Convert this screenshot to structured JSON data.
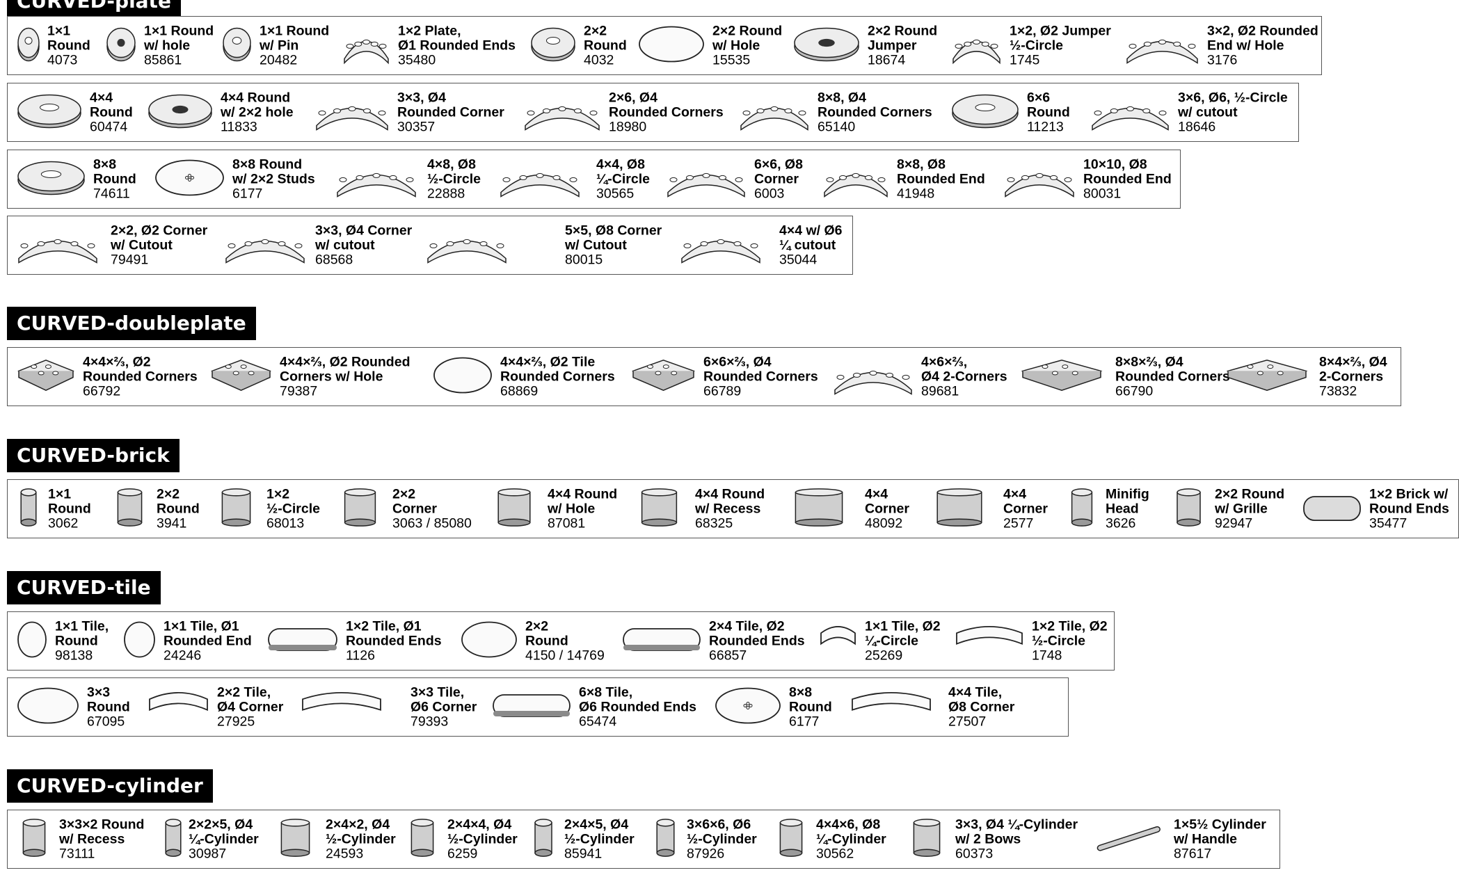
{
  "sections": [
    {
      "title": "CURVED-plate",
      "rows": [
        {
          "parts": [
            {
              "title": [
                "1×1",
                "Round"
              ],
              "id": "4073",
              "icon": "round-plate-1x1-icon"
            },
            {
              "title": [
                "1×1 Round",
                "w/ hole"
              ],
              "id": "85861",
              "icon": "round-plate-hole-icon"
            },
            {
              "title": [
                "1×1 Round",
                "w/ Pin"
              ],
              "id": "20482",
              "icon": "round-plate-pin-icon"
            },
            {
              "title": [
                "1×2 Plate,",
                "Ø1 Rounded Ends"
              ],
              "id": "35480",
              "icon": "plate-rounded-ends-icon"
            },
            {
              "title": [
                "2×2",
                "Round"
              ],
              "id": "4032",
              "icon": "round-plate-2x2-icon"
            },
            {
              "title": [
                "2×2 Round",
                "w/ Hole"
              ],
              "id": "15535",
              "icon": "round-tile-hole-icon"
            },
            {
              "title": [
                "2×2 Round",
                "Jumper"
              ],
              "id": "18674",
              "icon": "round-jumper-icon"
            },
            {
              "title": [
                "1×2, Ø2 Jumper",
                "½-Circle"
              ],
              "id": "1745",
              "icon": "half-circle-jumper-icon"
            },
            {
              "title": [
                "3×2, Ø2 Rounded",
                "End w/ Hole"
              ],
              "id": "3176",
              "icon": "rounded-end-hole-icon"
            }
          ]
        },
        {
          "parts": [
            {
              "title": [
                "4×4",
                "Round"
              ],
              "id": "60474",
              "icon": "round-plate-4x4-icon"
            },
            {
              "title": [
                "4×4 Round",
                "w/ 2×2 hole"
              ],
              "id": "11833",
              "icon": "round-plate-ring-icon"
            },
            {
              "title": [
                "3×3, Ø4",
                "Rounded Corner"
              ],
              "id": "30357",
              "icon": "rounded-corner-icon"
            },
            {
              "title": [
                "2×6, Ø4",
                "Rounded Corners"
              ],
              "id": "18980",
              "icon": "rounded-corners-2x6-icon"
            },
            {
              "title": [
                "8×8, Ø4",
                "Rounded Corners"
              ],
              "id": "65140",
              "icon": "rounded-corners-8x8-icon"
            },
            {
              "title": [
                "6×6",
                "Round"
              ],
              "id": "11213",
              "icon": "round-plate-6x6-icon"
            },
            {
              "title": [
                "3×6, Ø6, ½-Circle",
                "w/ cutout"
              ],
              "id": "18646",
              "icon": "half-circle-cutout-icon"
            }
          ]
        },
        {
          "parts": [
            {
              "title": [
                "8×8",
                "Round"
              ],
              "id": "74611",
              "icon": "round-plate-8x8-icon"
            },
            {
              "title": [
                "8×8 Round",
                "w/ 2×2 Studs"
              ],
              "id": "6177",
              "icon": "round-tile-studs-icon"
            },
            {
              "title": [
                "4×8, Ø8",
                "½-Circle"
              ],
              "id": "22888",
              "icon": "half-circle-plate-icon"
            },
            {
              "title": [
                "4×4, Ø8",
                "¼-Circle"
              ],
              "id": "30565",
              "icon": "quarter-circle-plate-icon"
            },
            {
              "title": [
                "6×6, Ø8",
                "Corner"
              ],
              "id": "6003",
              "icon": "corner-plate-icon"
            },
            {
              "title": [
                "8×8, Ø8",
                "Rounded End"
              ],
              "id": "41948",
              "icon": "rounded-end-8x8-icon"
            },
            {
              "title": [
                "10×10, Ø8",
                "Rounded End"
              ],
              "id": "80031",
              "icon": "rounded-end-10x10-icon"
            }
          ]
        },
        {
          "parts": [
            {
              "title": [
                "2×2, Ø2 Corner",
                "w/ Cutout"
              ],
              "id": "79491",
              "icon": "corner-cutout-2x2-icon"
            },
            {
              "title": [
                "3×3, Ø4 Corner",
                "w/ cutout"
              ],
              "id": "68568",
              "icon": "corner-cutout-3x3-icon"
            },
            {
              "title": [
                "5×5, Ø8 Corner",
                "w/ Cutout"
              ],
              "id": "80015",
              "icon": "corner-cutout-5x5-icon"
            },
            {
              "title": [
                "4×4 w/ Ø6",
                "¼ cutout"
              ],
              "id": "35044",
              "icon": "quarter-cutout-icon"
            }
          ]
        }
      ]
    },
    {
      "title": "CURVED-doubleplate",
      "rows": [
        {
          "parts": [
            {
              "title": [
                "4×4×⅔, Ø2",
                "Rounded Corners"
              ],
              "id": "66792",
              "icon": "doubleplate-rounded-icon"
            },
            {
              "title": [
                "4×4×⅔, Ø2 Rounded",
                "Corners w/ Hole"
              ],
              "id": "79387",
              "icon": "doubleplate-hole-icon"
            },
            {
              "title": [
                "4×4×⅔, Ø2 Tile",
                "Rounded Corners"
              ],
              "id": "68869",
              "icon": "doubleplate-tile-icon"
            },
            {
              "title": [
                "6×6×⅔, Ø4",
                "Rounded Corners"
              ],
              "id": "66789",
              "icon": "doubleplate-6x6-icon"
            },
            {
              "title": [
                "4×6×⅔,",
                "Ø4 2-Corners"
              ],
              "id": "89681",
              "icon": "doubleplate-2corners-icon"
            },
            {
              "title": [
                "8×8×⅔, Ø4",
                "Rounded Corners"
              ],
              "id": "66790",
              "icon": "doubleplate-8x8-icon"
            },
            {
              "title": [
                "8×4×⅔, Ø4",
                "2-Corners"
              ],
              "id": "73832",
              "icon": "doubleplate-8x4-icon"
            }
          ]
        }
      ]
    },
    {
      "title": "CURVED-brick",
      "rows": [
        {
          "parts": [
            {
              "title": [
                "1×1",
                "Round"
              ],
              "id": "3062",
              "icon": "round-brick-1x1-icon"
            },
            {
              "title": [
                "2×2",
                "Round"
              ],
              "id": "3941",
              "icon": "round-brick-2x2-icon"
            },
            {
              "title": [
                "1×2",
                "½-Circle"
              ],
              "id": "68013",
              "icon": "half-circle-brick-icon"
            },
            {
              "title": [
                "2×2",
                "Corner"
              ],
              "id": "3063 / 85080",
              "icon": "corner-brick-icon"
            },
            {
              "title": [
                "4×4 Round",
                "w/ Hole"
              ],
              "id": "87081",
              "icon": "round-brick-hole-icon"
            },
            {
              "title": [
                "4×4 Round",
                "w/ Recess"
              ],
              "id": "68325",
              "icon": "round-brick-recess-icon"
            },
            {
              "title": [
                "4×4",
                "Corner"
              ],
              "id": "48092",
              "icon": "corner-arc-brick-icon"
            },
            {
              "title": [
                "4×4",
                "Corner"
              ],
              "id": "2577",
              "icon": "corner-quarter-brick-icon"
            },
            {
              "title": [
                "Minifig",
                "Head"
              ],
              "id": "3626",
              "icon": "minifig-head-icon"
            },
            {
              "title": [
                "2×2 Round",
                "w/ Grille"
              ],
              "id": "92947",
              "icon": "round-grille-icon"
            },
            {
              "title": [
                "1×2 Brick w/",
                "Round Ends"
              ],
              "id": "35477",
              "icon": "brick-round-ends-icon"
            }
          ]
        }
      ]
    },
    {
      "title": "CURVED-tile",
      "rows": [
        {
          "parts": [
            {
              "title": [
                "1×1 Tile,",
                "Round"
              ],
              "id": "98138",
              "icon": "round-tile-1x1-icon"
            },
            {
              "title": [
                "1×1 Tile, Ø1",
                "Rounded End"
              ],
              "id": "24246",
              "icon": "tile-rounded-end-icon"
            },
            {
              "title": [
                "1×2 Tile, Ø1",
                "Rounded Ends"
              ],
              "id": "1126",
              "icon": "tile-rounded-ends-icon"
            },
            {
              "title": [
                "2×2",
                "Round"
              ],
              "id": "4150 / 14769",
              "icon": "round-tile-2x2-icon"
            },
            {
              "title": [
                "2×4 Tile, Ø2",
                "Rounded Ends"
              ],
              "id": "66857",
              "icon": "tile-2x4-rounded-icon"
            },
            {
              "title": [
                "1×1 Tile, Ø2",
                "¼-Circle"
              ],
              "id": "25269",
              "icon": "quarter-circle-tile-icon"
            },
            {
              "title": [
                "1×2 Tile, Ø2",
                "½-Circle"
              ],
              "id": "1748",
              "icon": "half-circle-tile-icon"
            }
          ]
        },
        {
          "parts": [
            {
              "title": [
                "3×3",
                "Round"
              ],
              "id": "67095",
              "icon": "round-tile-3x3-icon"
            },
            {
              "title": [
                "2×2 Tile,",
                "Ø4 Corner"
              ],
              "id": "27925",
              "icon": "corner-tile-2x2-icon"
            },
            {
              "title": [
                "3×3 Tile,",
                "Ø6 Corner"
              ],
              "id": "79393",
              "icon": "corner-tile-3x3-icon"
            },
            {
              "title": [
                "6×8 Tile,",
                "Ø6 Rounded Ends"
              ],
              "id": "65474",
              "icon": "tile-6x8-rounded-icon"
            },
            {
              "title": [
                "8×8",
                "Round"
              ],
              "id": "6177",
              "icon": "round-tile-8x8-icon"
            },
            {
              "title": [
                "4×4 Tile,",
                "Ø8 Corner"
              ],
              "id": "27507",
              "icon": "corner-tile-4x4-icon"
            }
          ]
        }
      ]
    },
    {
      "title": "CURVED-cylinder",
      "rows": [
        {
          "parts": [
            {
              "title": [
                "3×3×2 Round",
                "w/ Recess"
              ],
              "id": "73111",
              "icon": "cylinder-recess-icon"
            },
            {
              "title": [
                "2×2×5, Ø4",
                "¼-Cylinder"
              ],
              "id": "30987",
              "icon": "quarter-cylinder-icon"
            },
            {
              "title": [
                "2×4×2, Ø4",
                "½-Cylinder"
              ],
              "id": "24593",
              "icon": "half-cylinder-short-icon"
            },
            {
              "title": [
                "2×4×4, Ø4",
                "½-Cylinder"
              ],
              "id": "6259",
              "icon": "half-cylinder-studs-icon"
            },
            {
              "title": [
                "2×4×5, Ø4",
                "½-Cylinder"
              ],
              "id": "85941",
              "icon": "half-cylinder-tall-icon"
            },
            {
              "title": [
                "3×6×6, Ø6",
                "½-Cylinder"
              ],
              "id": "87926",
              "icon": "half-cylinder-large-icon"
            },
            {
              "title": [
                "4×4×6, Ø8",
                "¼-Cylinder"
              ],
              "id": "30562",
              "icon": "quarter-cylinder-large-icon"
            },
            {
              "title": [
                "3×3, Ø4 ¼-Cylinder",
                "w/ 2 Bows"
              ],
              "id": "60373",
              "icon": "cylinder-bows-icon"
            },
            {
              "title": [
                "1×5½ Cylinder",
                "w/ Handle"
              ],
              "id": "87617",
              "icon": "cylinder-handle-icon"
            }
          ]
        }
      ]
    }
  ]
}
